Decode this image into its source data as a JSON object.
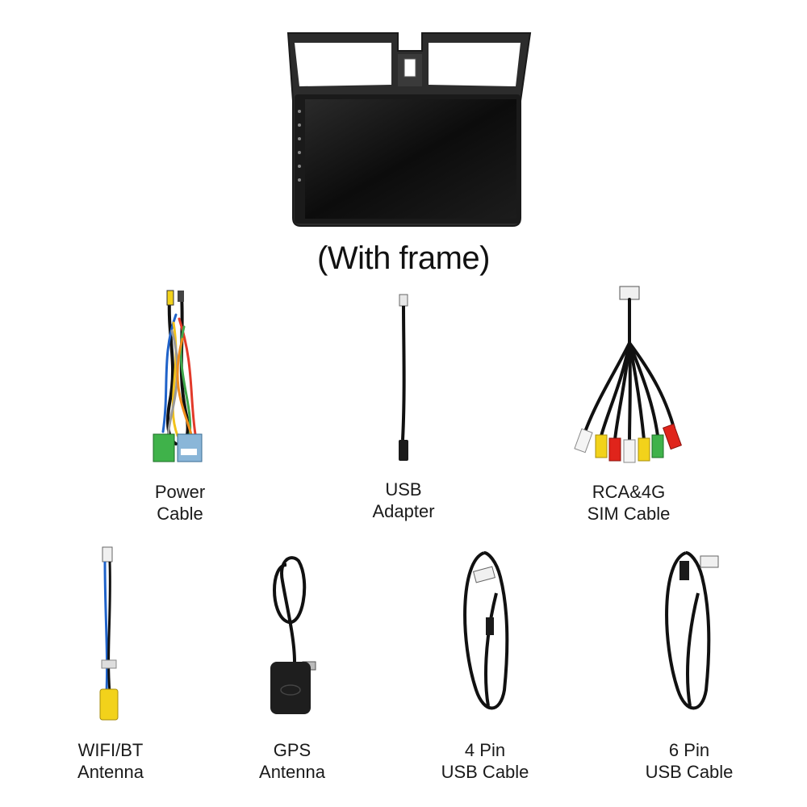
{
  "title": "(With frame)",
  "items": [
    {
      "line1": "Power",
      "line2": "Cable"
    },
    {
      "line1": "USB",
      "line2": "Adapter"
    },
    {
      "line1": "RCA&4G",
      "line2": "SIM Cable"
    },
    {
      "line1": "WIFI/BT",
      "line2": "Antenna"
    },
    {
      "line1": "GPS",
      "line2": "Antenna"
    },
    {
      "line1": "4 Pin",
      "line2": "USB Cable"
    },
    {
      "line1": "6 Pin",
      "line2": "USB Cable"
    }
  ],
  "colors": {
    "background": "#ffffff",
    "frame": "#2a2a2a",
    "screen": "#111111",
    "cable": "#111111",
    "rca_yellow": "#f2d21b",
    "rca_red": "#e0241b",
    "rca_white": "#f4f4f4",
    "connector_green": "#3fb24a"
  },
  "icons": [
    "head-unit-image",
    "power-cable-image",
    "usb-adapter-image",
    "rca-cable-image",
    "wifi-antenna-image",
    "gps-antenna-image",
    "usb-4pin-image",
    "usb-6pin-image"
  ]
}
